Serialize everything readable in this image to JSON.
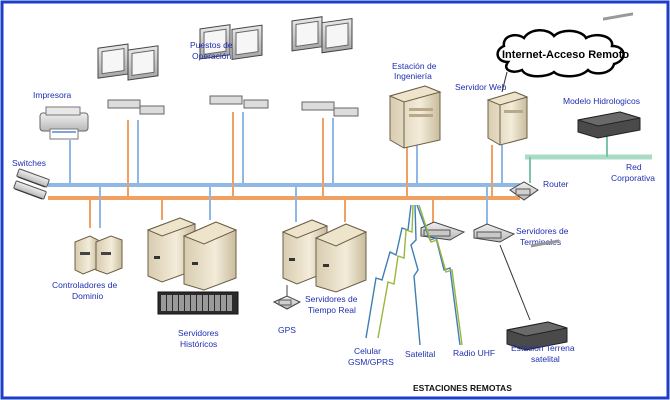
{
  "labels": {
    "impresora": "Impresora",
    "puestos_1": "Puestos de",
    "puestos_2": "Operación",
    "estacion_ing_1": "Estación de",
    "estacion_ing_2": "Ingeniería",
    "servidor_web": "Servidor Web",
    "internet": "Internet-Acceso Remoto",
    "modelo": "Modelo Hidrologicos",
    "switches": "Switches",
    "red_1": "Red",
    "red_2": "Corporativa",
    "router": "Router",
    "servidores_term_1": "Servidores de",
    "servidores_term_2": "Terminales",
    "controladores_1": "Controladores de",
    "controladores_2": "Dominio",
    "historicos_1": "Servidores",
    "historicos_2": "Históricos",
    "gps": "GPS",
    "tiempo_real_1": "Servidores de",
    "tiempo_real_2": "Tiempo Real",
    "celular_1": "Celular",
    "celular_2": "GSM/GPRS",
    "satelital": "Satelital",
    "radio": "Radio UHF",
    "terrena_1": "Estación Terrena",
    "terrena_2": "satelital",
    "estaciones": "ESTACIONES REMOTAS"
  },
  "colors": {
    "frame": "#1b3fc6",
    "bus_blue": "#8fb8e6",
    "bus_orange": "#f0a060",
    "corp_net": "#a8dcc4",
    "label": "#1f2fb0"
  }
}
